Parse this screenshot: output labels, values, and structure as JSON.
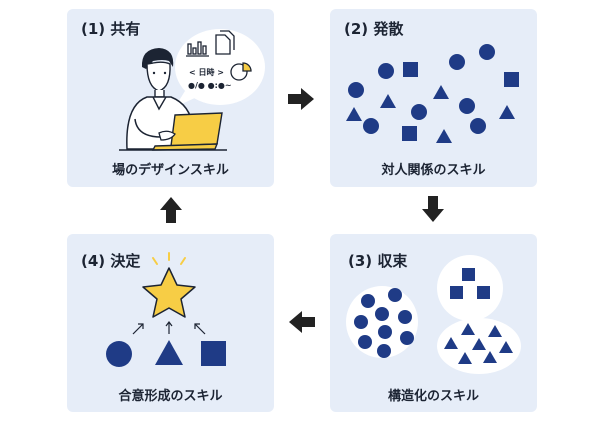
{
  "panels": {
    "share": {
      "title": "(1) 共有",
      "caption": "場のデザインスキル",
      "bubble_date": "< 日時 >",
      "bubble_times": "●/● ●:●~"
    },
    "diverge": {
      "title": "(2) 発散",
      "caption": "対人関係のスキル"
    },
    "converge": {
      "title": "(3) 収束",
      "caption": "構造化のスキル"
    },
    "decide": {
      "title": "(4) 決定",
      "caption": "合意形成のスキル"
    }
  },
  "colors": {
    "panel_bg": "#e6edf8",
    "shape_navy": "#1f3b86",
    "star_yellow": "#f7cd45",
    "arrow_dark": "#222222"
  },
  "icons": [
    "bar-chart-icon",
    "document-icon",
    "pie-chart-icon",
    "laptop-icon",
    "star-icon",
    "circle-icon",
    "triangle-icon",
    "square-icon"
  ]
}
